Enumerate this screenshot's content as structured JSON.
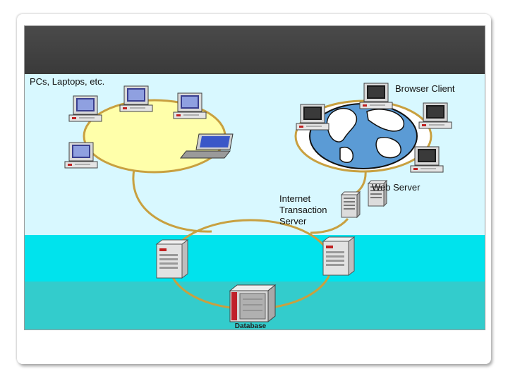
{
  "labels": {
    "pcs": "PCs, Laptops, etc.",
    "browser_client": "Browser Client",
    "web_server": "Web Server",
    "its_line1": "Internet",
    "its_line2": "Transaction",
    "its_line3": "Server",
    "database": "Database"
  },
  "colors": {
    "header_band": "#3f3f3f",
    "light_band": "#d8f8ff",
    "cyan_band": "#00e3ed",
    "teal_band": "#33cccc",
    "ring_line": "#c8a040",
    "lan_fill": "#ffffaa",
    "ocean": "#5b9bd5",
    "database_red": "#c0202a"
  },
  "icons": [
    "desktop-pc-icon",
    "laptop-icon",
    "globe-icon",
    "server-icon",
    "database-icon"
  ]
}
